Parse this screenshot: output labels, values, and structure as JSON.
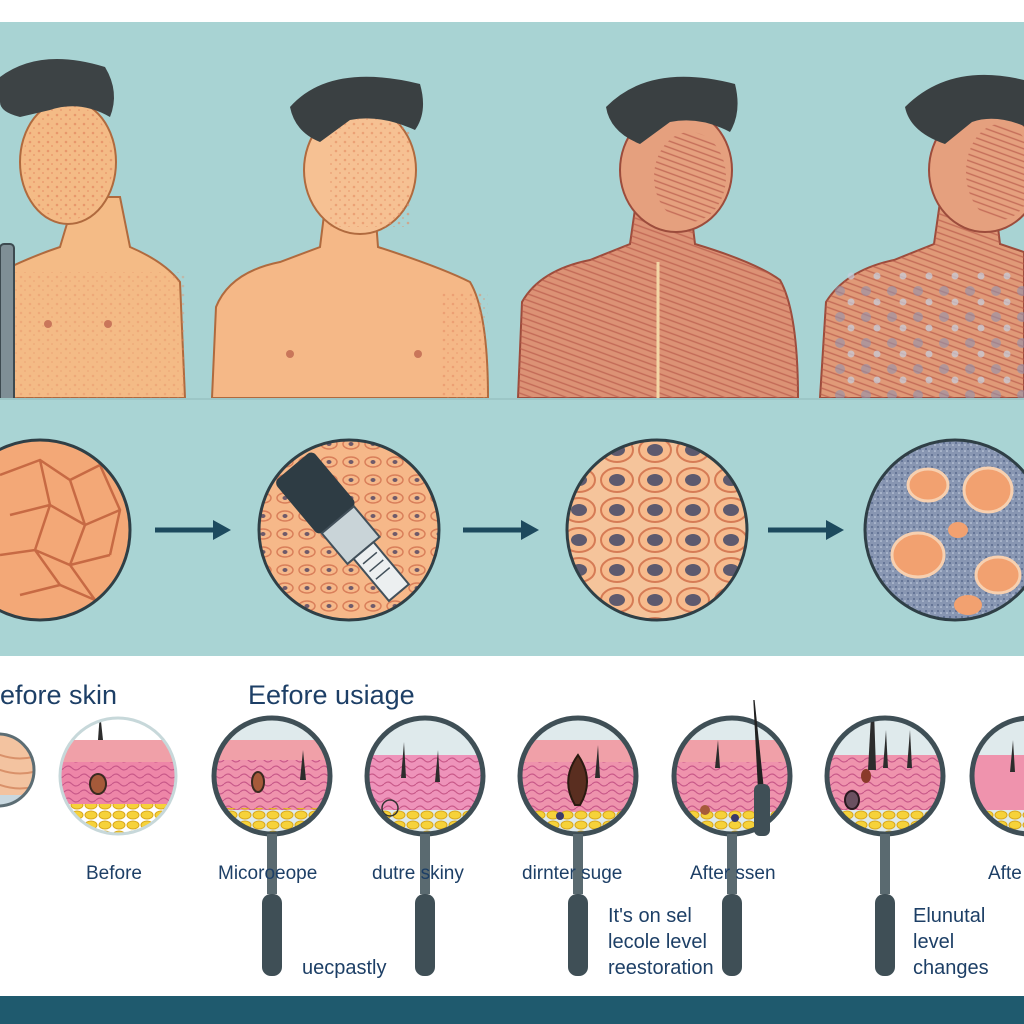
{
  "section_headings": {
    "left": "efore skin",
    "center": "Eefore usiage"
  },
  "captions": {
    "c1": "Before",
    "c2": "Micoroeope",
    "c3": "dutre skiny",
    "c4": "dirnter suge",
    "c5": "After ssen",
    "c6": "Afte",
    "n1": "uecpastly",
    "n2_lines": [
      "It's on sel",
      "lecole level",
      "reestoration"
    ],
    "n3_lines": [
      "Elunutal",
      "level",
      "changes"
    ]
  },
  "icons": [
    "arrow-right-icon",
    "magnifier-icon",
    "skin-cell-icon",
    "torso-figure-icon"
  ],
  "colors": {
    "teal_bg": "#a8d3d3",
    "navy_text": "#1d3f66",
    "footer": "#1f5a6e",
    "skin": "#f2b684"
  }
}
